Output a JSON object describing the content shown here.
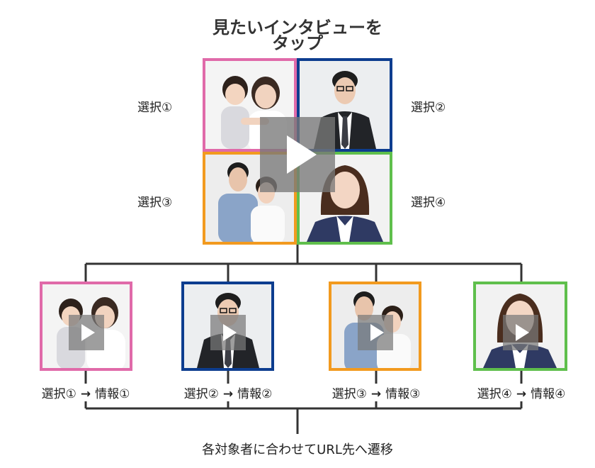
{
  "title": {
    "line1": "見たいインタビューを",
    "line2": "タップ"
  },
  "colors": {
    "pink": "#e06aa9",
    "blue": "#0d3d8f",
    "orange": "#f29a1f",
    "green": "#5fbf4c",
    "line": "#333333"
  },
  "selections": [
    {
      "label": "選択①",
      "caption_from": "選択①",
      "caption_to": "情報①",
      "arrow": "→",
      "photo": "mother-and-child"
    },
    {
      "label": "選択②",
      "caption_from": "選択②",
      "caption_to": "情報②",
      "arrow": "→",
      "photo": "businessman"
    },
    {
      "label": "選択③",
      "caption_from": "選択③",
      "caption_to": "情報③",
      "arrow": "→",
      "photo": "couple"
    },
    {
      "label": "選択④",
      "caption_from": "選択④",
      "caption_to": "情報④",
      "arrow": "→",
      "photo": "businesswoman"
    }
  ],
  "play_icon": "play-icon",
  "footer": "各対象者に合わせてURL先へ遷移"
}
